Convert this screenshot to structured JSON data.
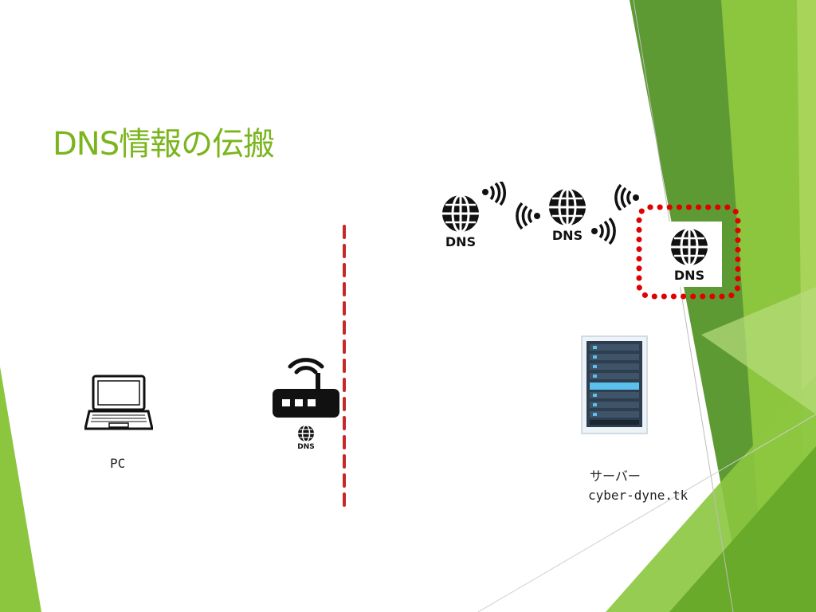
{
  "slide": {
    "title": "DNS情報の伝搬"
  },
  "labels": {
    "pc": "PC",
    "server_name": "サーバー",
    "server_host": "cyber-dyne.tk"
  },
  "dns_badges": [
    "DNS",
    "DNS",
    "DNS",
    "DNS"
  ],
  "colors": {
    "title": "#7ab51d",
    "accent_green": "#8cc63f",
    "dark_green": "#4e8a2c",
    "divider_red": "#c62828",
    "highlight_red": "#e00000"
  }
}
